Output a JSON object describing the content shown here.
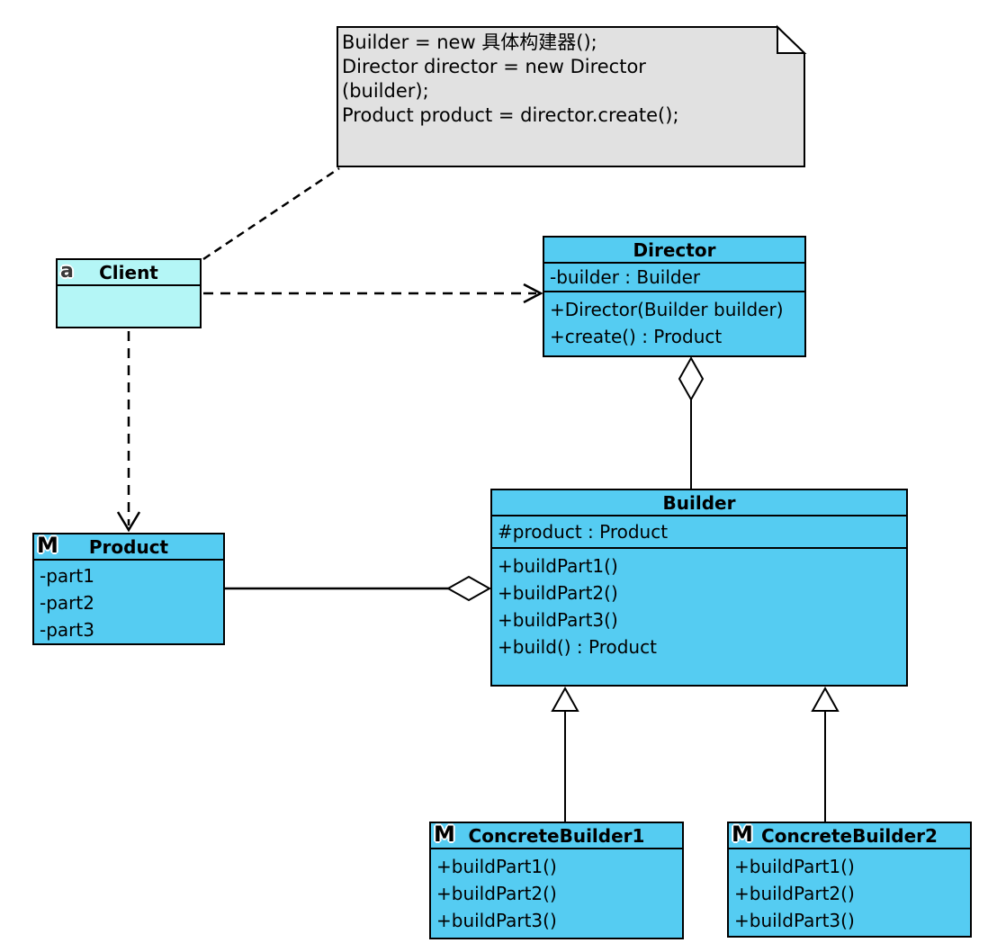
{
  "diagram": {
    "kind": "UML class diagram",
    "pattern": "Builder"
  },
  "colors": {
    "class_fill": "#55CCF2",
    "client_fill": "#B4F6F6",
    "note_fill": "#E1E1E1",
    "border": "#000000"
  },
  "note": {
    "lines": [
      "Builder = new 具体构建器();",
      "Director director = new Director",
      "(builder);",
      "Product product = director.create();"
    ]
  },
  "classes": {
    "client": {
      "badge": "a",
      "title": "Client",
      "attributes": [],
      "methods": []
    },
    "director": {
      "title": "Director",
      "attributes": [
        "-builder : Builder"
      ],
      "methods": [
        "+Director(Builder builder)",
        "+create() : Product"
      ]
    },
    "product": {
      "badge": "M",
      "title": "Product",
      "attributes": [
        "-part1",
        "-part2",
        "-part3"
      ],
      "methods": []
    },
    "builder": {
      "title": "Builder",
      "attributes": [
        "#product : Product"
      ],
      "methods": [
        "+buildPart1()",
        "+buildPart2()",
        "+buildPart3()",
        "+build() : Product"
      ]
    },
    "concrete_builder1": {
      "badge": "M",
      "title": "ConcreteBuilder1",
      "methods": [
        "+buildPart1()",
        "+buildPart2()",
        "+buildPart3()"
      ]
    },
    "concrete_builder2": {
      "badge": "M",
      "title": "ConcreteBuilder2",
      "methods": [
        "+buildPart1()",
        "+buildPart2()",
        "+buildPart3()"
      ]
    }
  },
  "relationships": [
    {
      "from": "Client",
      "to": "note",
      "type": "note-attachment",
      "line": "dashed"
    },
    {
      "from": "Client",
      "to": "Director",
      "type": "dependency",
      "line": "dashed-open-arrow"
    },
    {
      "from": "Client",
      "to": "Product",
      "type": "dependency",
      "line": "dashed-open-arrow"
    },
    {
      "from": "Director",
      "to": "Builder",
      "type": "aggregation",
      "diamond_at": "Director"
    },
    {
      "from": "Builder",
      "to": "Product",
      "type": "aggregation",
      "diamond_at": "Builder"
    },
    {
      "from": "ConcreteBuilder1",
      "to": "Builder",
      "type": "generalization"
    },
    {
      "from": "ConcreteBuilder2",
      "to": "Builder",
      "type": "generalization"
    }
  ]
}
